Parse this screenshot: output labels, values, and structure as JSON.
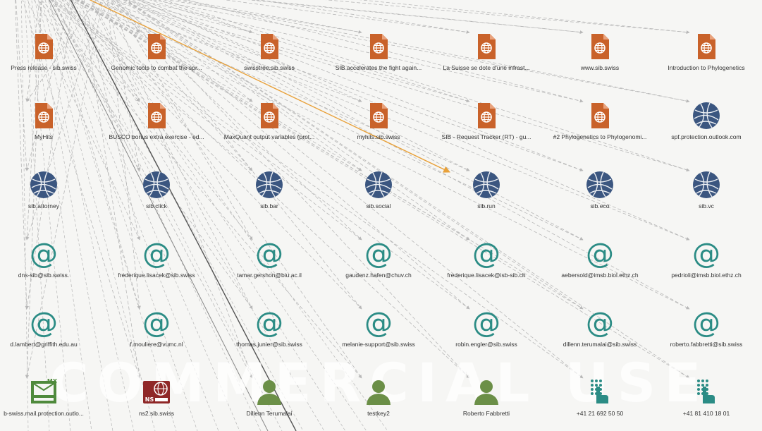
{
  "graph": {
    "watermark": "COMMERCIAL USE",
    "rows": [
      [
        {
          "label": "Press release - sib.swiss",
          "type": "document"
        },
        {
          "label": "Genomic tools to combat the spr...",
          "type": "document"
        },
        {
          "label": "swisstree.sib.swiss",
          "type": "document"
        },
        {
          "label": "SIB accelerates the fight again...",
          "type": "document"
        },
        {
          "label": "La Suisse se dote d'une infrast...",
          "type": "document"
        },
        {
          "label": "www.sib.swiss",
          "type": "document"
        },
        {
          "label": "Introduction to Phylogenetics",
          "type": "document"
        }
      ],
      [
        {
          "label": "MyHits",
          "type": "document"
        },
        {
          "label": "BUSCO bonus extra exercise - ed...",
          "type": "document"
        },
        {
          "label": "MaxQuant output variables (prot...",
          "type": "document"
        },
        {
          "label": "myhits.sib.swiss",
          "type": "document"
        },
        {
          "label": "SIB - Request Tracker (RT) - gu...",
          "type": "document"
        },
        {
          "label": "#2 Phylogenetics to Phylogenomi...",
          "type": "document"
        },
        {
          "label": "spf.protection.outlook.com",
          "type": "domain"
        }
      ],
      [
        {
          "label": "sib.attorney",
          "type": "domain"
        },
        {
          "label": "sib.click",
          "type": "domain"
        },
        {
          "label": "sib.bar",
          "type": "domain"
        },
        {
          "label": "sib.social",
          "type": "domain"
        },
        {
          "label": "sib.run",
          "type": "domain"
        },
        {
          "label": "sib.eco",
          "type": "domain"
        },
        {
          "label": "sib.vc",
          "type": "domain"
        }
      ],
      [
        {
          "label": "dns-sib@sib.swiss.",
          "type": "email"
        },
        {
          "label": "frederique.lisacek@sib.swiss",
          "type": "email"
        },
        {
          "label": "tamar.gershon@biu.ac.il",
          "type": "email"
        },
        {
          "label": "gaudenz.hafen@chuv.ch",
          "type": "email"
        },
        {
          "label": "frederique.lisacek@isb-sib.ch",
          "type": "email"
        },
        {
          "label": "aebersold@imsb.biol.ethz.ch",
          "type": "email"
        },
        {
          "label": "pedrioli@imsb.biol.ethz.ch",
          "type": "email"
        }
      ],
      [
        {
          "label": "d.lambert@griffith.edu.au",
          "type": "email"
        },
        {
          "label": "f.mouliere@vumc.nl",
          "type": "email"
        },
        {
          "label": "thomas.junier@sib.swiss",
          "type": "email"
        },
        {
          "label": "melanie-support@sib.swiss",
          "type": "email"
        },
        {
          "label": "robin.engler@sib.swiss",
          "type": "email"
        },
        {
          "label": "dillenn.terumalai@sib.swiss",
          "type": "email"
        },
        {
          "label": "roberto.fabbretti@sib.swiss",
          "type": "email"
        }
      ],
      [
        {
          "label": "b-swiss.mail.protection.outlo...",
          "type": "mx"
        },
        {
          "label": "ns2.sib.swiss",
          "type": "ns"
        },
        {
          "label": "Dillenn Terumalai",
          "type": "person"
        },
        {
          "label": "testkey2",
          "type": "person"
        },
        {
          "label": "Roberto Fabbretti",
          "type": "person"
        },
        {
          "label": "+41 21 692 50 50",
          "type": "phone"
        },
        {
          "label": "+41 81 410 18 01",
          "type": "phone"
        }
      ]
    ],
    "icon_names": {
      "document": "web-document-icon",
      "domain": "domain-globe-icon",
      "email": "email-at-icon",
      "mx": "mx-record-icon",
      "ns": "ns-record-icon",
      "person": "person-icon",
      "phone": "phone-number-icon"
    },
    "colors": {
      "document": "#c9622a",
      "domain": "#3b5680",
      "email": "#2b8c85",
      "mx": "#4f8a3c",
      "ns": "#8f2727",
      "person": "#6b8f47",
      "phone": "#2b8c85",
      "edge": "#b8b8b8",
      "edge_dark": "#555555",
      "edge_highlight": "#e8a13a"
    }
  }
}
